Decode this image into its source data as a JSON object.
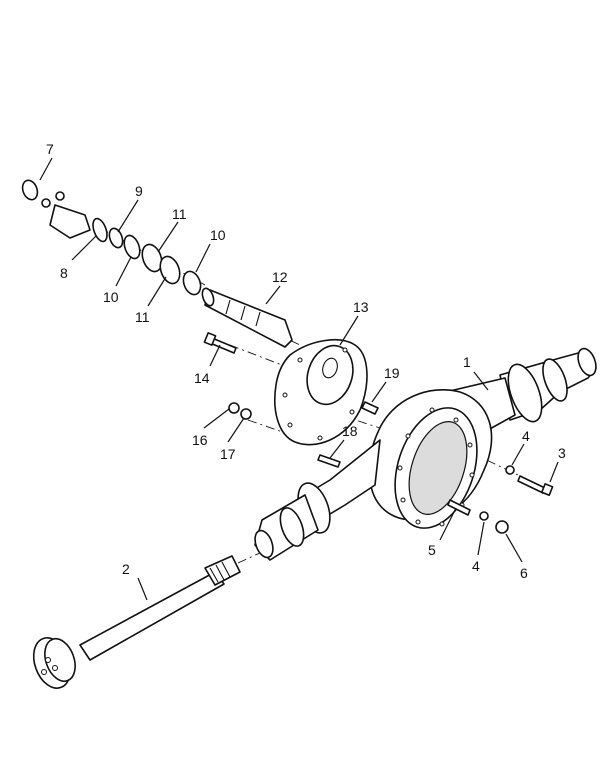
{
  "callouts": {
    "c1": "1",
    "c2": "2",
    "c3": "3",
    "c4a": "4",
    "c4b": "4",
    "c5": "5",
    "c6": "6",
    "c7": "7",
    "c8": "8",
    "c9": "9",
    "c10a": "10",
    "c10b": "10",
    "c11a": "11",
    "c11b": "11",
    "c12": "12",
    "c13": "13",
    "c14": "14",
    "c16": "16",
    "c17": "17",
    "c18": "18",
    "c19": "19"
  }
}
